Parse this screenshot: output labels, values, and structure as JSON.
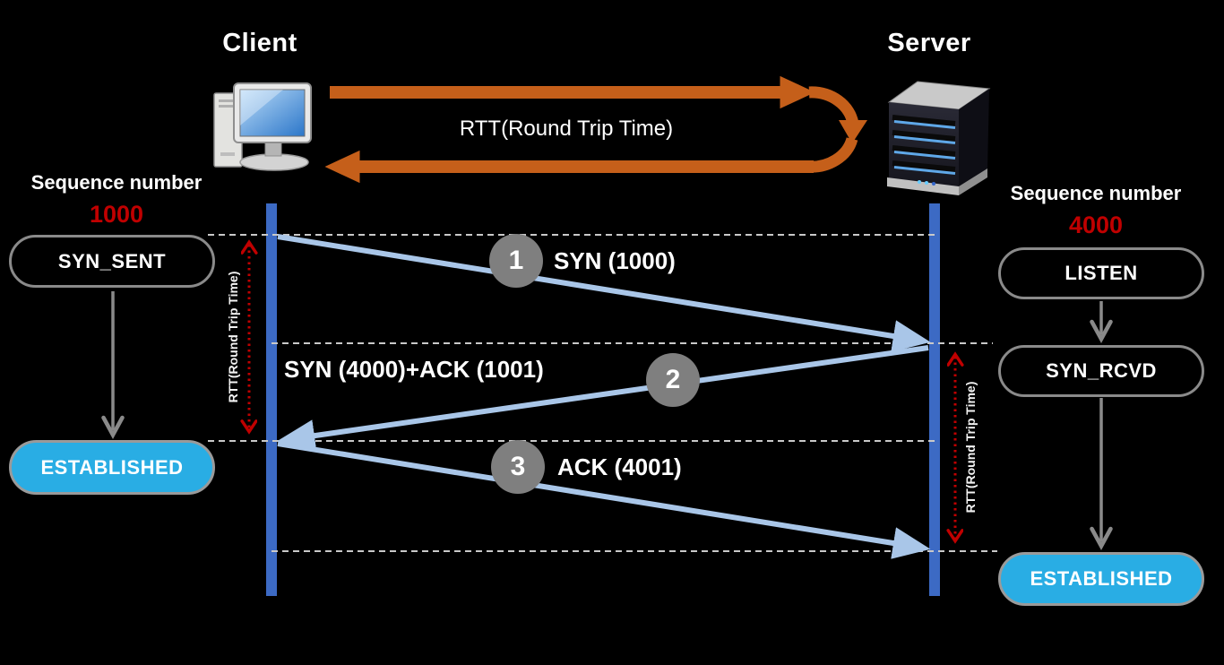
{
  "nodes": {
    "client": {
      "title": "Client"
    },
    "server": {
      "title": "Server"
    }
  },
  "rtt_banner": {
    "label": "RTT(Round Trip Time)"
  },
  "client_column": {
    "seq_label": "Sequence number",
    "seq_value": "1000",
    "state_syn_sent": "SYN_SENT",
    "state_established": "ESTABLISHED"
  },
  "server_column": {
    "seq_label": "Sequence number",
    "seq_value": "4000",
    "state_listen": "LISTEN",
    "state_syn_rcvd": "SYN_RCVD",
    "state_established": "ESTABLISHED"
  },
  "messages": [
    {
      "step": "1",
      "label": "SYN (1000)"
    },
    {
      "step": "2",
      "label": "SYN (4000)+ACK (1001)"
    },
    {
      "step": "3",
      "label": "ACK (4001)"
    }
  ],
  "rtt_markers": {
    "client_label": "RTT(Round Trip Time)",
    "server_label": "RTT(Round Trip Time)"
  },
  "colors": {
    "background": "#000000",
    "lifeline_blue": "#3C6AC4",
    "message_arrow_blue": "#A9C6E8",
    "rtt_loop_orange": "#C55F1A",
    "sequence_red": "#C00000",
    "step_circle_gray": "#7F7F7F",
    "established_cyan": "#29ADE4",
    "state_border_gray": "#8A8A8A",
    "guide_dash_white": "#C9C9C9"
  }
}
